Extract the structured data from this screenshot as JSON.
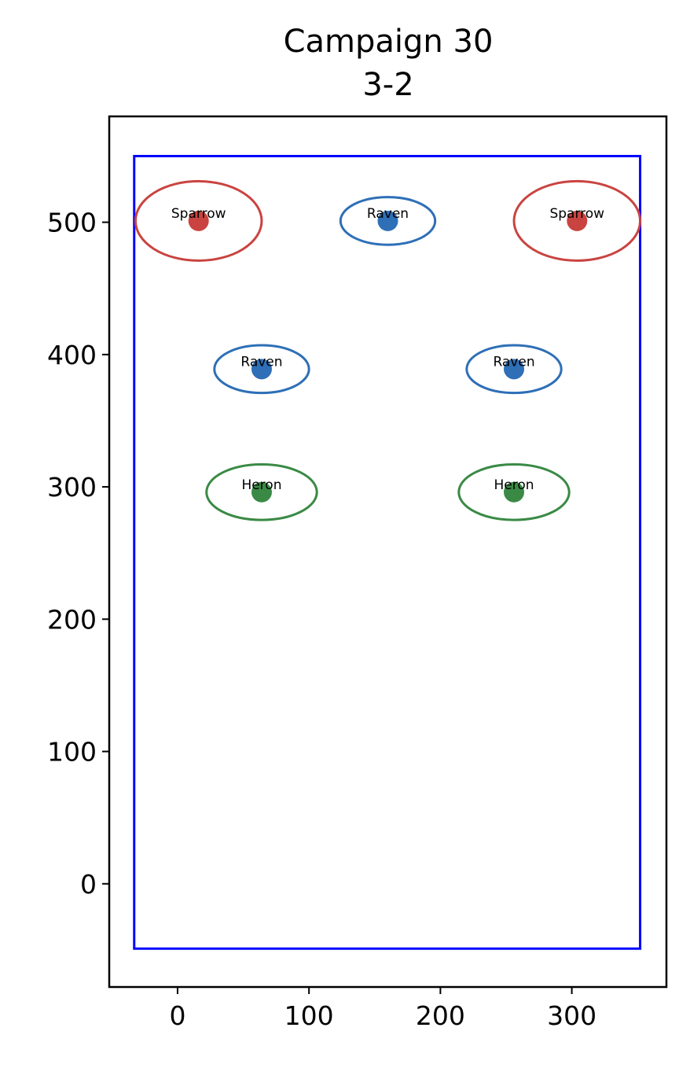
{
  "chart_data": {
    "type": "scatter",
    "title": "Campaign 30",
    "subtitle": "3-2",
    "xlabel": "",
    "ylabel": "",
    "xlim": [
      -52,
      372
    ],
    "ylim": [
      -78,
      580
    ],
    "x_ticks": [
      0,
      100,
      200,
      300
    ],
    "y_ticks": [
      0,
      100,
      200,
      300,
      400,
      500
    ],
    "grid": false,
    "boundary": {
      "x0": -33,
      "x1": 352,
      "y0": -49,
      "y1": 550,
      "color": "#0000ff"
    },
    "colors": {
      "Sparrow": "#c94440",
      "Raven": "#2e6fb7",
      "Heron": "#3a8a45"
    },
    "points": [
      {
        "label": "Sparrow",
        "x": 16,
        "y": 501,
        "rx": 48,
        "ry": 30
      },
      {
        "label": "Raven",
        "x": 160,
        "y": 501,
        "rx": 36,
        "ry": 18
      },
      {
        "label": "Sparrow",
        "x": 304,
        "y": 501,
        "rx": 48,
        "ry": 30
      },
      {
        "label": "Raven",
        "x": 64,
        "y": 389,
        "rx": 36,
        "ry": 18
      },
      {
        "label": "Raven",
        "x": 256,
        "y": 389,
        "rx": 36,
        "ry": 18
      },
      {
        "label": "Heron",
        "x": 64,
        "y": 296,
        "rx": 42,
        "ry": 21
      },
      {
        "label": "Heron",
        "x": 256,
        "y": 296,
        "rx": 42,
        "ry": 21
      }
    ]
  }
}
